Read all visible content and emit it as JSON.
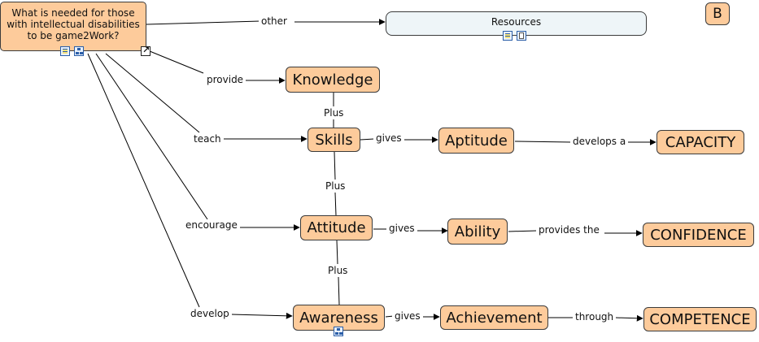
{
  "nodes": {
    "root": "What is needed for those with intellectual disabilities to be game2Work?",
    "resources": "Resources",
    "b": "B",
    "knowledge": "Knowledge",
    "skills": "Skills",
    "aptitude": "Aptitude",
    "capacity": "CAPACITY",
    "attitude": "Attitude",
    "ability": "Ability",
    "confidence": "CONFIDENCE",
    "awareness": "Awareness",
    "achievement": "Achievement",
    "competence": "COMPETENCE"
  },
  "links": {
    "other": "other",
    "provide": "provide",
    "teach": "teach",
    "encourage": "encourage",
    "develop": "develop",
    "plus_1": "Plus",
    "plus_2": "Plus",
    "plus_3": "Plus",
    "gives_1": "gives",
    "gives_2": "gives",
    "gives_3": "gives",
    "develops_a": "develops a",
    "provides_the": "provides the",
    "through": "through"
  },
  "icons": {
    "root_resources": [
      "document-list-icon",
      "concept-map-icon"
    ],
    "root_launch": "open-external-icon",
    "resources_resources": [
      "document-list-icon",
      "file-icon"
    ],
    "awareness_resources": [
      "concept-map-icon"
    ]
  },
  "colors": {
    "concept_fill": "#fdcb9b",
    "resources_fill": "#eef5f8",
    "border": "#3b3b3b",
    "icon_blue": "#2b5ea8"
  }
}
